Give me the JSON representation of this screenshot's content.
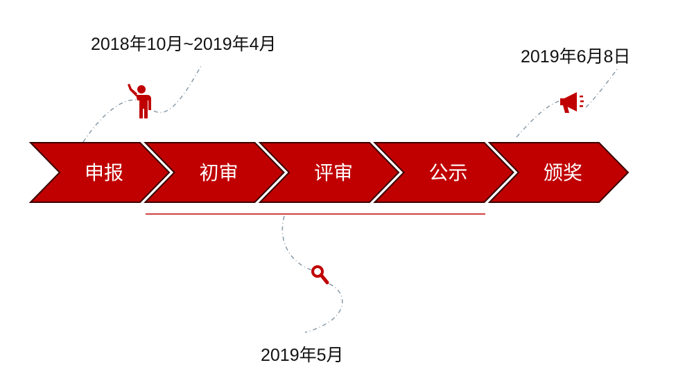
{
  "title_dates": {
    "apply": "2018年10月~2019年4月",
    "review": "2019年5月",
    "award": "2019年6月8日"
  },
  "steps": [
    {
      "label": "申报"
    },
    {
      "label": "初审"
    },
    {
      "label": "评审"
    },
    {
      "label": "公示"
    },
    {
      "label": "颁奖"
    }
  ],
  "colors": {
    "accent": "#c00000",
    "outline": "#3a0000",
    "dash": "#8a9aa6"
  },
  "icons": [
    "person-waving-icon",
    "magnifier-icon",
    "megaphone-icon"
  ]
}
